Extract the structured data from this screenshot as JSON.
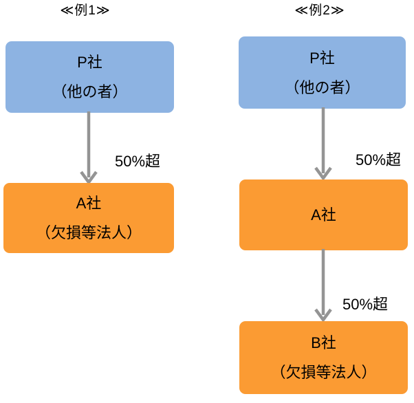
{
  "diagram": {
    "colors": {
      "parent_box": "#8DB3E2",
      "loss_box": "#FB9B33",
      "arrow": "#949494",
      "text": "#000000",
      "background": "#FFFFFF"
    },
    "examples": [
      {
        "title": "≪例1≫",
        "nodes": [
          {
            "label": "P社",
            "sublabel": "（他の者）"
          },
          {
            "label": "A社",
            "sublabel": "（欠損等法人）"
          }
        ],
        "edge_labels": [
          "50%超"
        ]
      },
      {
        "title": "≪例2≫",
        "nodes": [
          {
            "label": "P社",
            "sublabel": "（他の者）"
          },
          {
            "label": "A社"
          },
          {
            "label": "B社",
            "sublabel": "（欠損等法人）"
          }
        ],
        "edge_labels": [
          "50%超",
          "50%超"
        ]
      }
    ]
  }
}
